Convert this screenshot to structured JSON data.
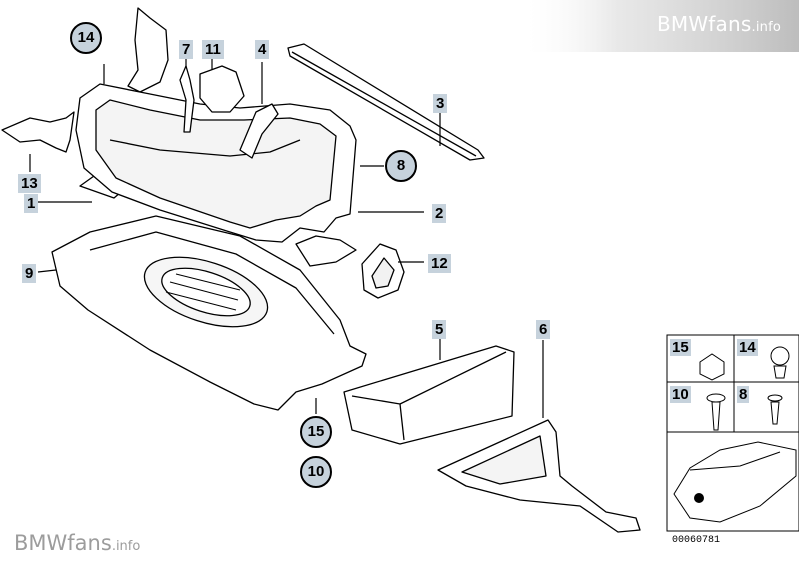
{
  "watermark_top": "BMWfans",
  "watermark_top_suffix": ".info",
  "watermark_bottom": "BMWfans",
  "watermark_bottom_suffix": ".info",
  "callouts": {
    "c1": "1",
    "c2": "2",
    "c3": "3",
    "c4": "4",
    "c5": "5",
    "c6": "6",
    "c7": "7",
    "c8": "8",
    "c9": "9",
    "c10": "10",
    "c11": "11",
    "c12": "12",
    "c13": "13",
    "c14": "14",
    "c15": "15"
  },
  "inset": {
    "l15": "15",
    "l14": "14",
    "l10": "10",
    "l8": "8",
    "image_number": "00060781"
  },
  "colors": {
    "label_bg": "#c6d2dc",
    "line": "#000000"
  }
}
